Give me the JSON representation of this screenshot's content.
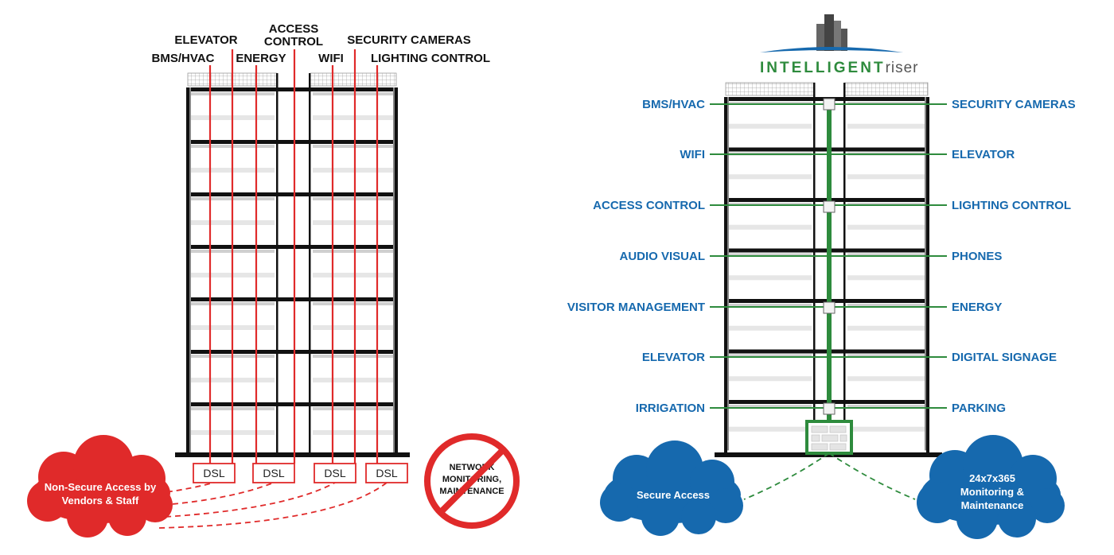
{
  "left": {
    "top_labels": {
      "elevator": "ELEVATOR",
      "access_control_line1": "ACCESS",
      "access_control_line2": "CONTROL",
      "security_cameras": "SECURITY CAMERAS",
      "bms_hvac": "BMS/HVAC",
      "energy": "ENERGY",
      "wifi": "WIFI",
      "lighting_control": "LIGHTING CONTROL"
    },
    "dsl_boxes": [
      "DSL",
      "DSL",
      "DSL",
      "DSL"
    ],
    "cloud": {
      "line1": "Non-Secure Access by",
      "line2": "Vendors & Staff"
    },
    "no_sign": {
      "line1": "NETWORK",
      "line2": "MONITORING,",
      "line3": "MAINTENANCE"
    }
  },
  "right": {
    "logo": {
      "bold": "INTELLIGENT",
      "light": "riser"
    },
    "left_labels": [
      "BMS/HVAC",
      "WIFI",
      "ACCESS CONTROL",
      "AUDIO VISUAL",
      "VISITOR MANAGEMENT",
      "ELEVATOR",
      "IRRIGATION"
    ],
    "right_labels": [
      "SECURITY CAMERAS",
      "ELEVATOR",
      "LIGHTING CONTROL",
      "PHONES",
      "ENERGY",
      "DIGITAL SIGNAGE",
      "PARKING"
    ],
    "cloud_left": {
      "text": "Secure Access"
    },
    "cloud_right": {
      "line1": "24x7x365",
      "line2": "Monitoring &",
      "line3": "Maintenance"
    }
  },
  "colors": {
    "red": "#e02a2a",
    "blue": "#1669ae",
    "green": "#2e8b3d",
    "dark": "#111111"
  }
}
